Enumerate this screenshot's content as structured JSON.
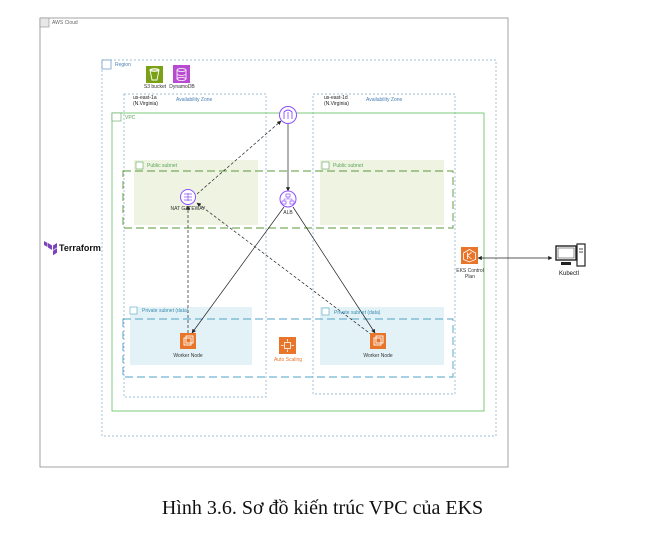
{
  "aws_cloud": {
    "label": "AWS Cloud"
  },
  "region": {
    "label": "Region"
  },
  "services": {
    "s3": {
      "label": "S3 bucket"
    },
    "dynamodb": {
      "label": "DynamoDB"
    }
  },
  "az_left": {
    "name": "us-east-1a",
    "location": "(N.Virginia)",
    "type": "Availability Zone"
  },
  "az_right": {
    "name": "us-east-1d",
    "location": "(N.Virginia)",
    "type": "Availability Zone"
  },
  "vpc": {
    "label": "VPC"
  },
  "public_subnet_left": {
    "label": "Public subnet"
  },
  "public_subnet_right": {
    "label": "Public subnet"
  },
  "private_subnet_left": {
    "label": "Private subnet (data)"
  },
  "private_subnet_right": {
    "label": "Private subnet (data)"
  },
  "nat": {
    "label": "NAT GATEWAY"
  },
  "alb": {
    "label": "ALB"
  },
  "worker_left": {
    "label": "Worker Node"
  },
  "worker_right": {
    "label": "Worker Node"
  },
  "autoscaling": {
    "label": "Auto Scaling"
  },
  "eks": {
    "line1": "EKS Control",
    "line2": "Plan"
  },
  "kubectl": {
    "label": "Kubectl"
  },
  "terraform": {
    "label": "Terraform"
  },
  "caption": "Hình 3.6. Sơ đồ kiến trúc VPC của EKS",
  "colors": {
    "cloud_border": "#8c8c8c",
    "region_border": "#7fa7c9",
    "vpc_border": "#7ccc7c",
    "subnet_public_fill": "#eef3e2",
    "subnet_private_fill": "#e3f2f6",
    "public_dash": "#5a9a3a",
    "private_dash": "#4fa3c4",
    "orange": "#e8752a",
    "purple": "#8c4fff"
  }
}
